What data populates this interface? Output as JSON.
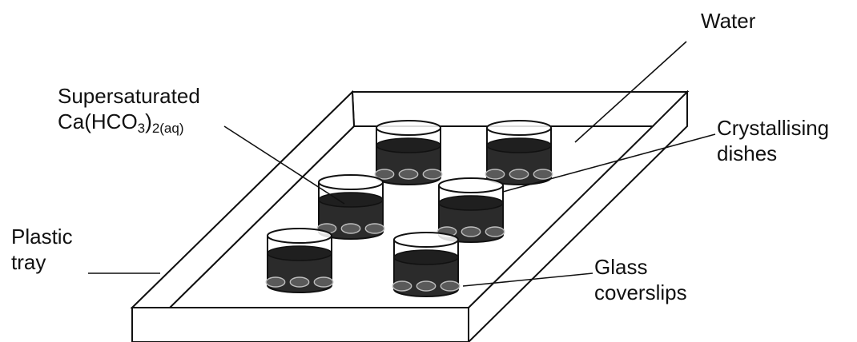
{
  "labels": {
    "water": "Water",
    "supersaturated_line1": "Supersaturated",
    "supersaturated_formula": "Ca(HCO",
    "supersaturated_sub1": "3",
    "supersaturated_close": ")",
    "supersaturated_sub2": "2(aq)",
    "crystallising_line1": "Crystallising",
    "crystallising_line2": "dishes",
    "plastic_line1": "Plastic",
    "plastic_line2": "tray",
    "glass_line1": "Glass",
    "glass_line2": "coverslips"
  },
  "colors": {
    "ink": "#111111",
    "liquid": "#2b2b2b",
    "background": "#ffffff"
  },
  "dish_count": 6,
  "coverslips_per_dish": 3
}
